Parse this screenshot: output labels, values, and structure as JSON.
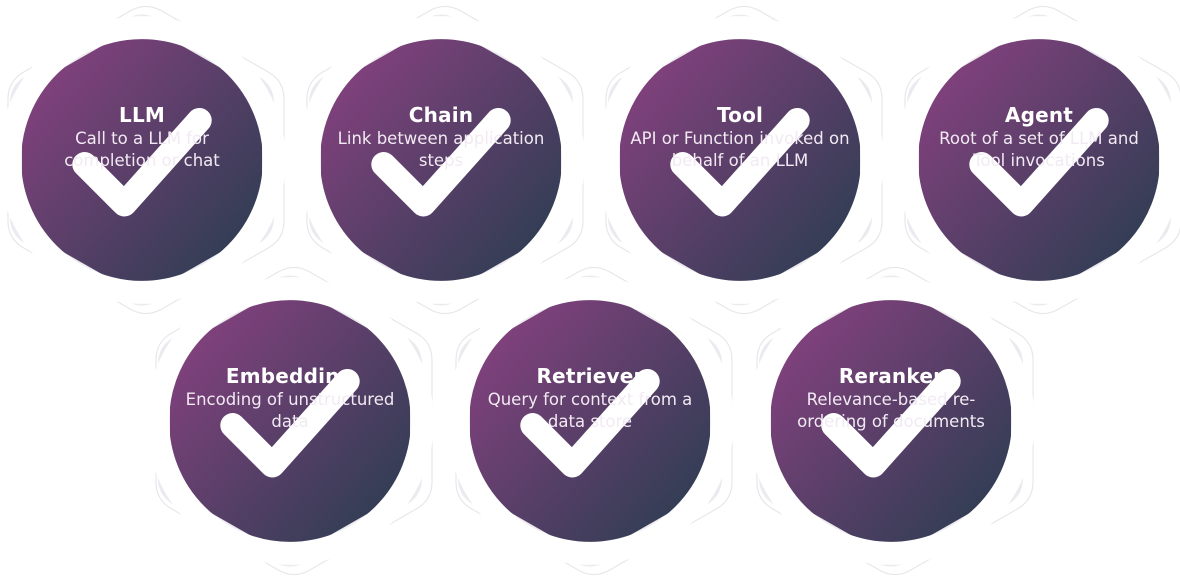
{
  "diagram": {
    "colors": {
      "gradient_start": "#85417f",
      "gradient_end": "#2e3d52",
      "ring": "#ece9ef",
      "outline": "#e8e6ea",
      "text": "#ffffff"
    },
    "rows": [
      {
        "items": [
          {
            "icon": "check-circle-icon",
            "title": "LLM",
            "description": "Call to a LLM for completion or chat"
          },
          {
            "icon": "check-circle-icon",
            "title": "Chain",
            "description": "Link between application steps"
          },
          {
            "icon": "check-circle-icon",
            "title": "Tool",
            "description": "API or Function invoked on behalf of an LLM"
          },
          {
            "icon": "check-circle-icon",
            "title": "Agent",
            "description": "Root of a set of LLM and Tool invocations"
          }
        ]
      },
      {
        "items": [
          {
            "icon": "check-circle-icon",
            "title": "Embedding",
            "description": "Encoding of unstructured data"
          },
          {
            "icon": "check-circle-icon",
            "title": "Retriever",
            "description": "Query for context from a data store"
          },
          {
            "icon": "check-circle-icon",
            "title": "Reranker",
            "description": "Relevance-based re-ordering of documents"
          }
        ]
      }
    ]
  }
}
